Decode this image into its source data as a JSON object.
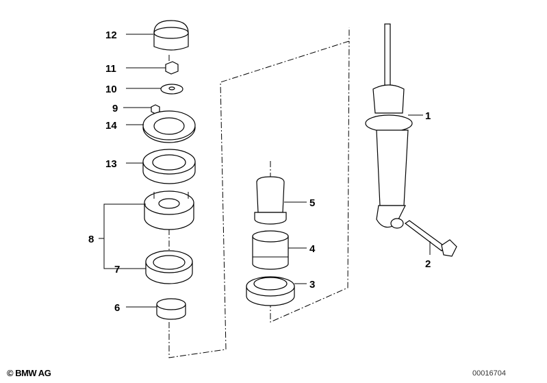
{
  "diagram": {
    "title": "Rear shock absorber parts",
    "callouts": [
      {
        "id": "12",
        "label": "12"
      },
      {
        "id": "11",
        "label": "11"
      },
      {
        "id": "10",
        "label": "10"
      },
      {
        "id": "9",
        "label": "9"
      },
      {
        "id": "14",
        "label": "14"
      },
      {
        "id": "13",
        "label": "13"
      },
      {
        "id": "8",
        "label": "8"
      },
      {
        "id": "7",
        "label": "7"
      },
      {
        "id": "6",
        "label": "6"
      },
      {
        "id": "5",
        "label": "5"
      },
      {
        "id": "4",
        "label": "4"
      },
      {
        "id": "3",
        "label": "3"
      },
      {
        "id": "1",
        "label": "1"
      },
      {
        "id": "2",
        "label": "2"
      }
    ]
  },
  "footer": {
    "copyright": "© BMW AG",
    "drawing_number": "00016704"
  }
}
